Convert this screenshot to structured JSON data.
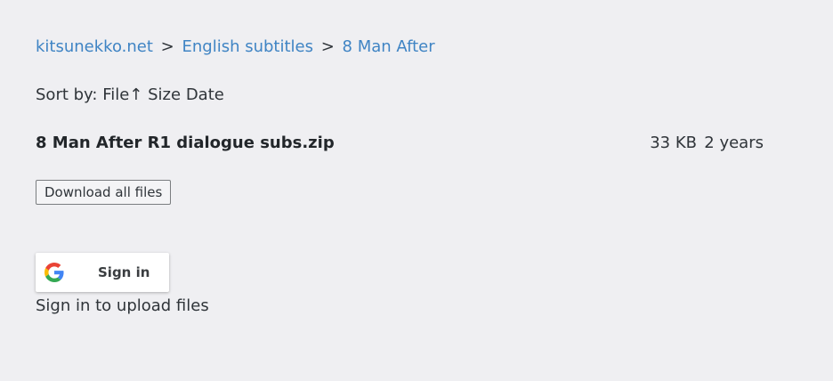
{
  "breadcrumb": {
    "items": [
      "kitsunekko.net",
      "English subtitles",
      "8 Man After"
    ],
    "separator": ">"
  },
  "sort": {
    "label": "Sort by:",
    "options": [
      "File↑",
      "Size",
      "Date"
    ]
  },
  "files": [
    {
      "name": "8 Man After R1 dialogue subs.zip",
      "size": "33 KB",
      "date": "2 years"
    }
  ],
  "actions": {
    "download_all_label": "Download all files",
    "signin_label": "Sign in",
    "signin_icon": "google-g-icon",
    "upload_hint": "Sign in to upload files"
  },
  "colors": {
    "background": "#efeff2",
    "link": "#3f84c4",
    "text": "#2f3439"
  }
}
